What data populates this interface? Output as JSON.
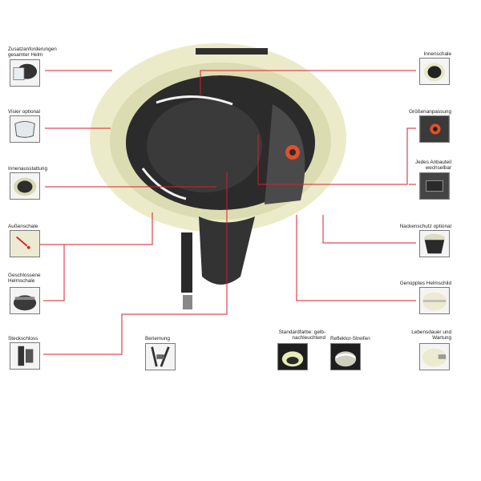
{
  "colors": {
    "leader_line": "#d81e2a",
    "helmet_shell": "#ecebc9",
    "helmet_rim": "#dcdcb2",
    "lining": "#2b2b2b",
    "adjust_knob": "#e2502a"
  },
  "labels": {
    "zusatz": "Zusatzanforderungen\ngesamter Helm",
    "visier": "Visier optional",
    "innenausstattung": "Innenausstattung",
    "aussenschale": "Außenschale",
    "geschlossene": "Geschlossene\nHelmschale",
    "steckschloss": "Steckschloss",
    "beriemung": "Beriemung",
    "standardfarbe": "Standardfarbe: gelb-\nnachleuchtend",
    "reflektor": "Reflektor-Streifen",
    "innenschale": "Innenschale",
    "groessen": "Größenanpassung",
    "jedes": "Jedes Anbauteil\nwechselbar",
    "nackenschutz": "Nackenschutz optional",
    "genoppt": "Genopptes Helmschild",
    "lebensdauer": "Lebensdauer und\nWartung"
  },
  "icons": {
    "zusatz": "helmet-with-visor-icon",
    "visier": "visor-icon",
    "innenausstattung": "helmet-lining-icon",
    "aussenschale": "shell-impact-icon",
    "geschlossene": "closed-shell-icon",
    "steckschloss": "buckle-lock-icon",
    "beriemung": "chin-strap-icon",
    "standardfarbe": "glowing-helmet-icon",
    "reflektor": "reflective-stripe-helmet-icon",
    "innenschale": "inner-shell-icon",
    "groessen": "size-adjust-knob-icon",
    "jedes": "attachment-part-icon",
    "nackenschutz": "neck-protector-icon",
    "genoppt": "helmet-brim-icon",
    "lebensdauer": "service-label-helmet-icon"
  }
}
